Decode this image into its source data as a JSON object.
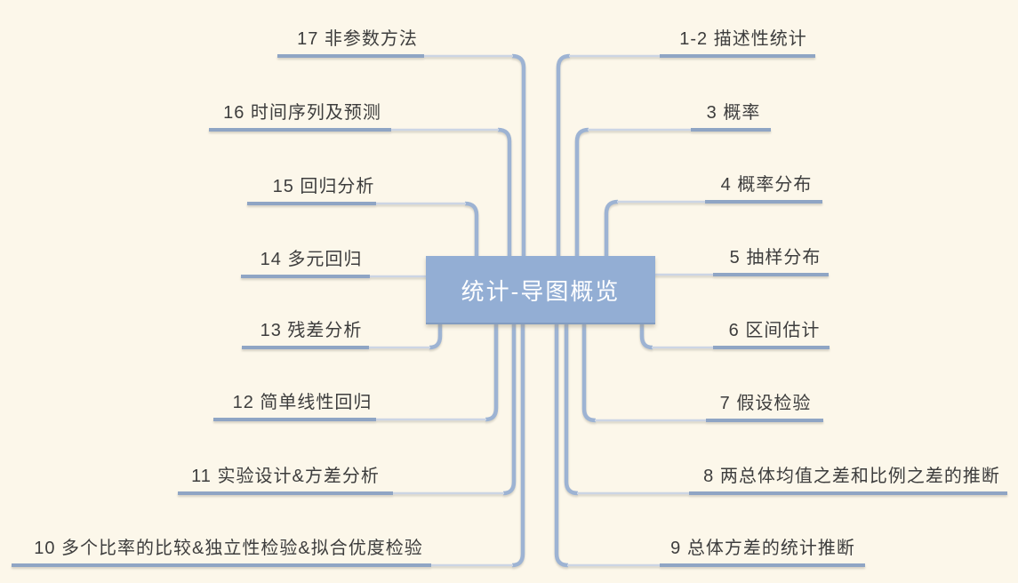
{
  "root": {
    "title": "统计-导图概览"
  },
  "branches": {
    "left": [
      {
        "id": "17",
        "label": "17 非参数方法"
      },
      {
        "id": "16",
        "label": "16 时间序列及预测"
      },
      {
        "id": "15",
        "label": "15 回归分析"
      },
      {
        "id": "14",
        "label": "14 多元回归"
      },
      {
        "id": "13",
        "label": "13 残差分析"
      },
      {
        "id": "12",
        "label": "12 简单线性回归"
      },
      {
        "id": "11",
        "label": "11 实验设计&方差分析"
      },
      {
        "id": "10",
        "label": "10 多个比率的比较&独立性检验&拟合优度检验"
      }
    ],
    "right": [
      {
        "id": "1-2",
        "label": "1-2 描述性统计"
      },
      {
        "id": "3",
        "label": "3 概率"
      },
      {
        "id": "4",
        "label": "4 概率分布"
      },
      {
        "id": "5",
        "label": "5 抽样分布"
      },
      {
        "id": "6",
        "label": "6 区间估计"
      },
      {
        "id": "7",
        "label": "7 假设检验"
      },
      {
        "id": "8",
        "label": "8 两总体均值之差和比例之差的推断"
      },
      {
        "id": "9",
        "label": "9 总体方差的统计推断"
      }
    ]
  },
  "colors": {
    "background": "#fcf7ea",
    "node_fill": "#93aed4",
    "node_text": "#ffffff",
    "branch_underline": "#8fa5c4",
    "branch_connector_light": "#ccd5e4",
    "branch_connector": "#9db3d3",
    "label_text": "#3d3d3d"
  }
}
